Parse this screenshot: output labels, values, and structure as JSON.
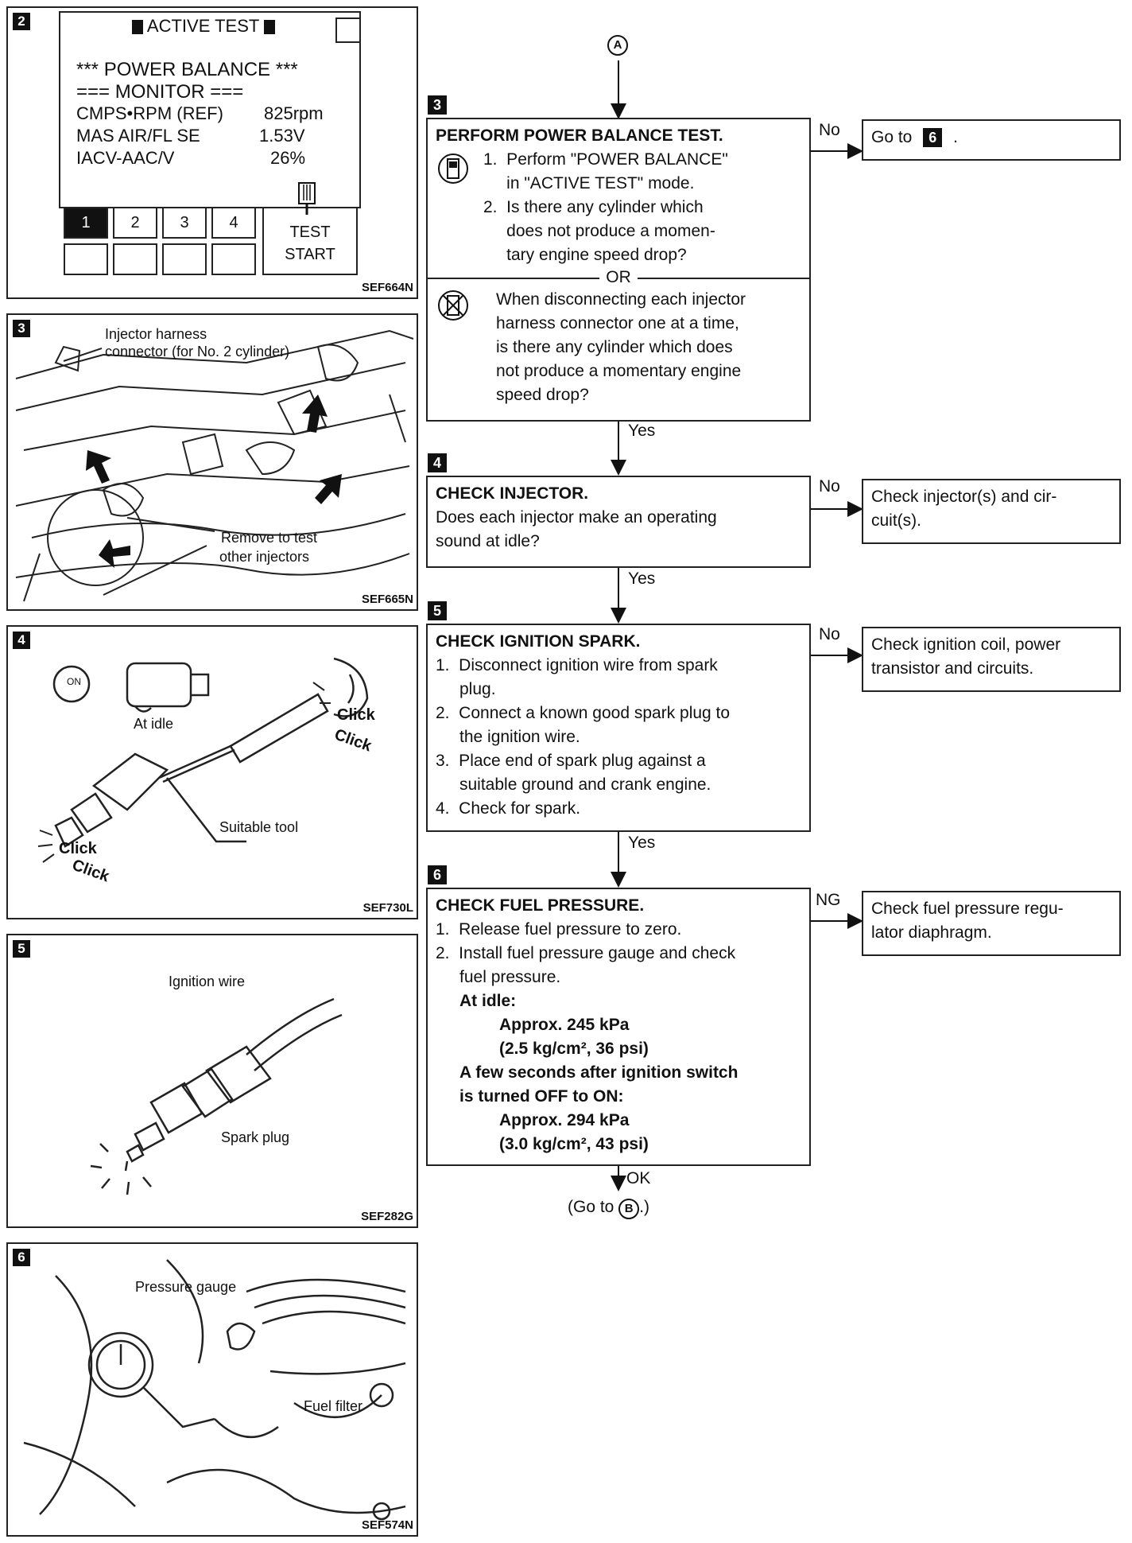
{
  "panels": {
    "p2": {
      "badge": "2",
      "header": "ACTIVE TEST",
      "title": "*** POWER BALANCE ***",
      "monitor": "=== MONITOR ===",
      "rows": [
        {
          "label": "CMPS•RPM (REF)",
          "value": "825rpm"
        },
        {
          "label": "MAS AIR/FL SE",
          "value": "1.53V"
        },
        {
          "label": "IACV-AAC/V",
          "value": "26%"
        }
      ],
      "buttons": [
        "1",
        "2",
        "3",
        "4"
      ],
      "test_start": [
        "TEST",
        "START"
      ],
      "code": "SEF664N"
    },
    "p3": {
      "badge": "3",
      "label_connector": [
        "Injector harness",
        "connector (for No. 2 cylinder)"
      ],
      "label_remove": [
        "Remove to test",
        "other injectors"
      ],
      "code": "SEF665N"
    },
    "p4": {
      "badge": "4",
      "at_idle": "At idle",
      "on_key": "ON",
      "click": "Click",
      "suitable_tool": "Suitable tool",
      "code": "SEF730L"
    },
    "p5": {
      "badge": "5",
      "ignition_wire": "Ignition wire",
      "spark_plug": "Spark plug",
      "code": "SEF282G"
    },
    "p6": {
      "badge": "6",
      "pressure_gauge": "Pressure gauge",
      "fuel_filter": "Fuel filter",
      "code": "SEF574N"
    }
  },
  "flow": {
    "entry": "A",
    "steps": [
      {
        "badge": "3",
        "title": "PERFORM POWER BALANCE TEST.",
        "lines_a": [
          "1.  Perform \"POWER BALANCE\"",
          "     in \"ACTIVE TEST\" mode.",
          "2.  Is there any cylinder which",
          "     does not produce a momen-",
          "     tary engine speed drop?"
        ],
        "or": "OR",
        "lines_b": [
          "When disconnecting each injector",
          "harness connector one at a time,",
          "is there any cylinder which does",
          "not produce a momentary engine",
          "speed drop?"
        ],
        "branch_right": "No",
        "branch_down": "Yes",
        "result": [
          "Go to",
          "."
        ],
        "result_badge": "6"
      },
      {
        "badge": "4",
        "title": "CHECK INJECTOR.",
        "lines": [
          "Does each injector make an operating",
          "sound at idle?"
        ],
        "branch_right": "No",
        "branch_down": "Yes",
        "result": [
          "Check injector(s) and cir-",
          "cuit(s)."
        ]
      },
      {
        "badge": "5",
        "title": "CHECK IGNITION SPARK.",
        "lines": [
          "1.  Disconnect ignition wire from spark",
          "plug.",
          "2.  Connect a known good spark plug to",
          "the ignition wire.",
          "3.  Place end of spark plug against a",
          "suitable ground and crank engine.",
          "4.  Check for spark."
        ],
        "branch_right": "No",
        "branch_down": "Yes",
        "result": [
          "Check ignition coil, power",
          "transistor and circuits."
        ]
      },
      {
        "badge": "6",
        "title": "CHECK FUEL PRESSURE.",
        "lines": [
          "1.  Release fuel pressure to zero.",
          "2.  Install fuel pressure gauge and check",
          "fuel pressure."
        ],
        "at_idle": "At idle:",
        "spec1": [
          "Approx. 245 kPa",
          "(2.5 kg/cm², 36 psi)"
        ],
        "after": [
          "A few seconds after ignition switch",
          "is turned OFF to ON:"
        ],
        "spec2": [
          "Approx. 294 kPa",
          "(3.0 kg/cm², 43 psi)"
        ],
        "branch_right": "NG",
        "branch_down": "OK",
        "result": [
          "Check fuel pressure regu-",
          "lator diaphragm."
        ]
      }
    ],
    "exit": {
      "prefix": "(Go to",
      "circle": "B",
      "suffix": ".)"
    }
  }
}
